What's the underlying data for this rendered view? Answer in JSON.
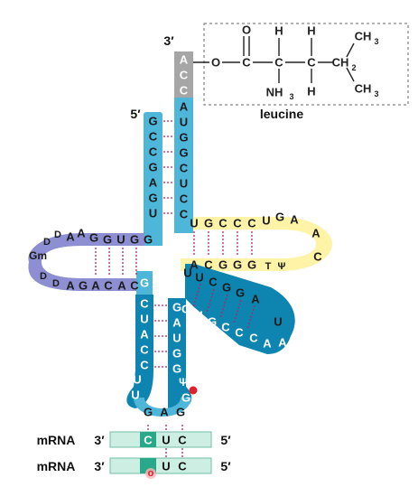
{
  "colors": {
    "blue": "#4eb6d9",
    "dark_blue": "#0e85b0",
    "teal": "#1e6f92",
    "yellow": "#fff3a8",
    "purple": "#8d8fd2",
    "gray": "#a6a6a6",
    "mrna": "#cdeee2",
    "mrna_dark": "#27a98a",
    "mutation": "#e0202c",
    "hbond": "#b0226b"
  },
  "ends": {
    "three_prime": "3′",
    "five_prime": "5′"
  },
  "acceptor_tail": [
    "A",
    "C",
    "C"
  ],
  "acceptor_stem_3p": [
    "A",
    "U",
    "G",
    "G",
    "C",
    "U",
    "C",
    "C"
  ],
  "acceptor_stem_5p": [
    "G",
    "C",
    "C",
    "G",
    "A",
    "G",
    "U"
  ],
  "d_arm": {
    "top": [
      "A",
      "A",
      "G",
      "G",
      "U",
      "G",
      "G"
    ],
    "loop_top": [
      "D",
      "D"
    ],
    "loop_mid": "Gm",
    "loop_bottom": [
      "D",
      "D"
    ],
    "bottom": [
      "A",
      "G",
      "A",
      "C",
      "A",
      "C"
    ]
  },
  "t_arm": {
    "top": [
      "U",
      "G",
      "C",
      "C",
      "C",
      "U",
      "G",
      "A"
    ],
    "loop_right": [
      "A",
      "C"
    ],
    "bottom": [
      "A",
      "C",
      "G",
      "G",
      "G",
      "T",
      "Ψ"
    ]
  },
  "variable_arm": {
    "top": [
      "U",
      "U",
      "C",
      "G",
      "G",
      "A"
    ],
    "bottom": [
      "G",
      "U",
      "G",
      "C",
      "C",
      "C",
      "A",
      "A"
    ],
    "loop_right": [
      "U"
    ]
  },
  "anticodon_arm": {
    "link": "G",
    "stem_5p": [
      "C",
      "U",
      "A",
      "C",
      "C"
    ],
    "loop_left": [
      "U",
      "U"
    ],
    "stem_3p": [
      "G",
      "A",
      "U",
      "G",
      "G"
    ],
    "loop_modified": "Ψ",
    "loop_right": "G",
    "anticodon": [
      "G",
      "A",
      "G"
    ]
  },
  "amino_acid": {
    "name": "leucine",
    "atoms": {
      "carbonyl_o": "O",
      "ester_o": "O",
      "c1": "C",
      "c2": "C",
      "c3": "C",
      "c4": "CH",
      "h1": "H",
      "h2": "H",
      "h3": "H",
      "nh3": "NH",
      "ch3_top": "CH",
      "ch3_bottom": "CH",
      "sub3": "3",
      "sub2": "2"
    }
  },
  "mrna_rows": [
    {
      "label": "mRNA",
      "three_prime": "3′",
      "five_prime": "5′",
      "bases": [
        "C",
        "U",
        "C"
      ]
    },
    {
      "label": "mRNA",
      "three_prime": "3′",
      "five_prime": "5′",
      "bases": [
        "",
        "U",
        "C"
      ]
    }
  ],
  "mutation_marker": "o"
}
